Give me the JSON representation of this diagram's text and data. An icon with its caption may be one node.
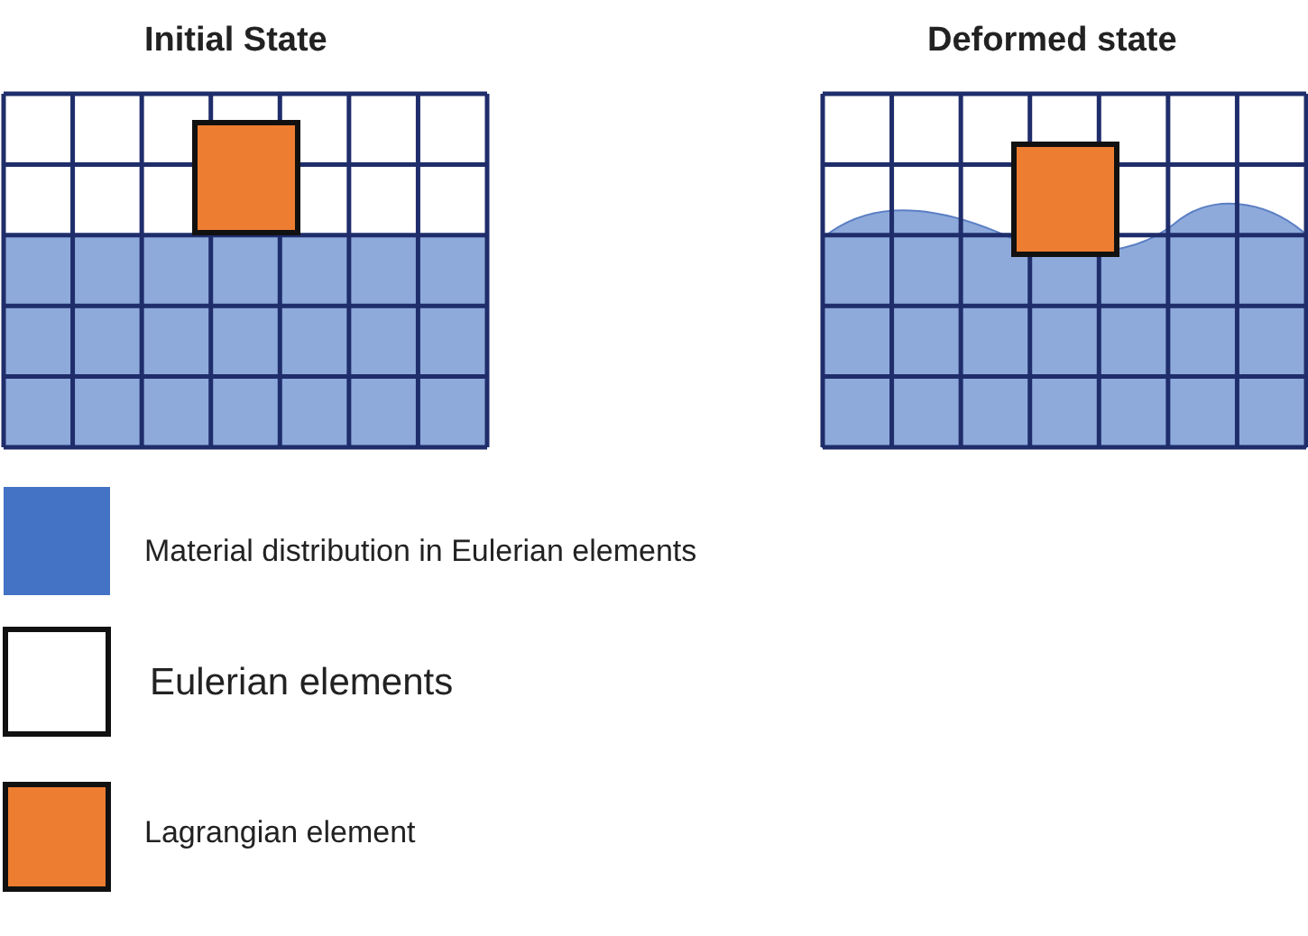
{
  "diagram": {
    "labels": [
      "Initial State",
      "Deformed state"
    ],
    "legend": [
      {
        "text": "Material distribution in Eulerian elements",
        "color": "#4472c4"
      },
      {
        "text": "Eulerian elements",
        "color": "#ffffff"
      },
      {
        "text": "Lagrangian element",
        "color": "#ed7d31"
      }
    ]
  }
}
